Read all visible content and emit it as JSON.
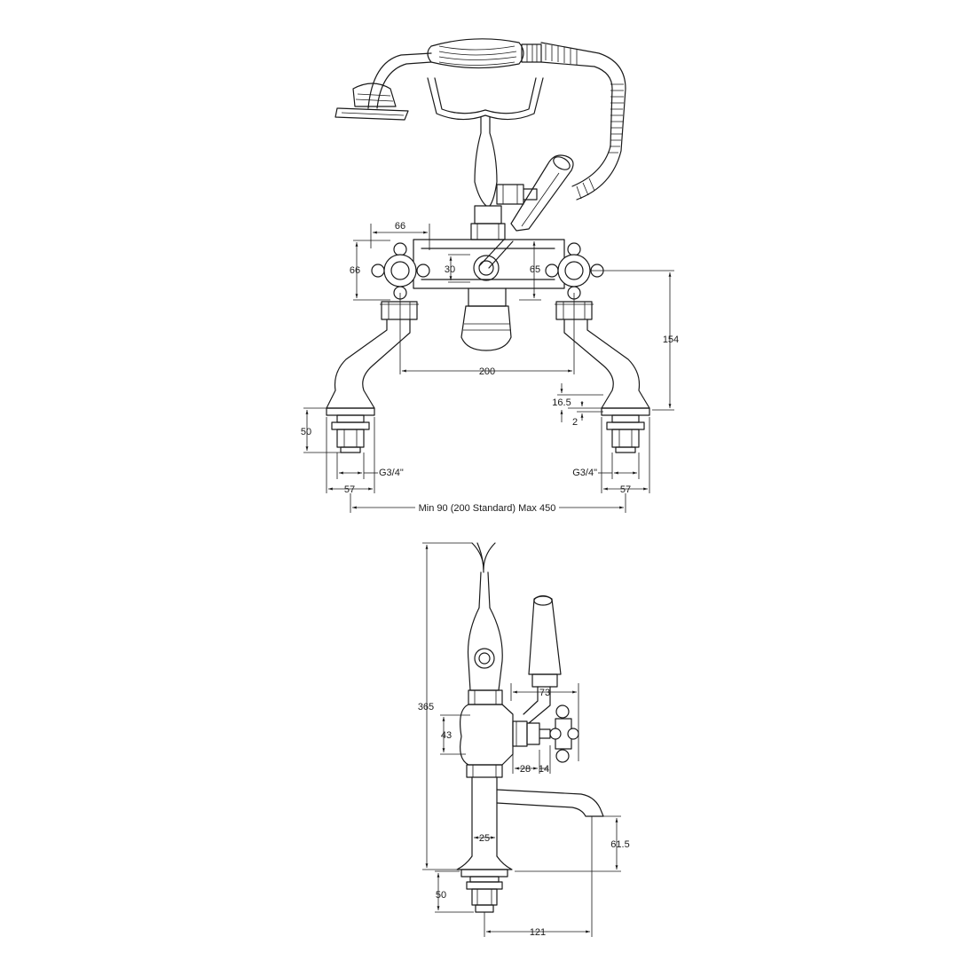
{
  "front_view": {
    "dim_handle_width": "66",
    "dim_handle_height": "66",
    "dim_mid_height": "30",
    "dim_outlet_height": "65",
    "dim_overall_height": "154",
    "dim_centres": "200",
    "dim_nut_height": "16.5",
    "dim_gap": "2",
    "dim_leg_height": "50",
    "dim_thread_left": "G3/4\"",
    "dim_thread_right": "G3/4\"",
    "dim_base_left": "57",
    "dim_base_right": "57",
    "dim_range": "Min 90 (200 Standard) Max 450"
  },
  "side_view": {
    "dim_total_height": "365",
    "dim_lever_reach": "73",
    "dim_body_height": "43",
    "dim_valve_28": "28",
    "dim_valve_14": "14",
    "dim_pillar_25": "25",
    "dim_spout_height": "61.5",
    "dim_base_height": "50",
    "dim_spout_reach": "121"
  }
}
